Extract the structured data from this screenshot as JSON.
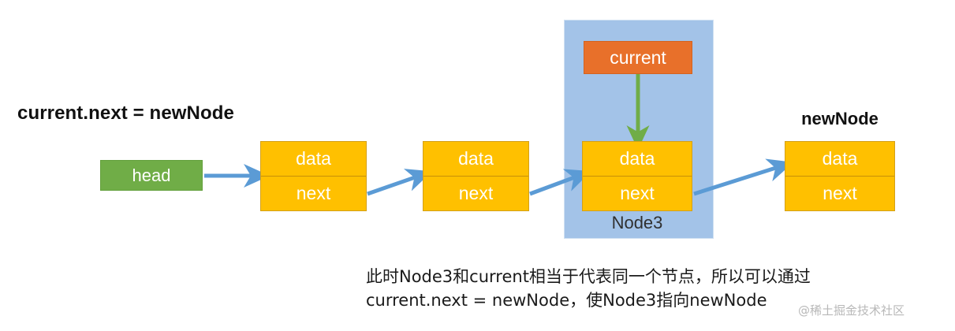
{
  "headline": "current.next = newNode",
  "diagram": {
    "head": {
      "label": "head",
      "color": "#70AD47"
    },
    "highlight_panel": {
      "color": "#A3C3E8"
    },
    "current_marker": {
      "label": "current",
      "color": "#E8702A"
    },
    "node_field_labels": {
      "data": "data",
      "next": "next"
    },
    "node_color": "#FFC000",
    "arrow_color": "#5B9BD5",
    "pointer_arrow_color": "#70AD47",
    "nodes": [
      {
        "id": "node1",
        "data": "data",
        "next": "next",
        "caption": ""
      },
      {
        "id": "node2",
        "data": "data",
        "next": "next",
        "caption": ""
      },
      {
        "id": "node3",
        "data": "data",
        "next": "next",
        "caption": "Node3"
      },
      {
        "id": "newnode",
        "data": "data",
        "next": "next",
        "caption": "newNode"
      }
    ]
  },
  "caption": {
    "line1": "此时Node3和current相当于代表同一个节点，所以可以通过",
    "line2": "current.next = newNode，使Node3指向newNode"
  },
  "watermark": "@稀土掘金技术社区"
}
